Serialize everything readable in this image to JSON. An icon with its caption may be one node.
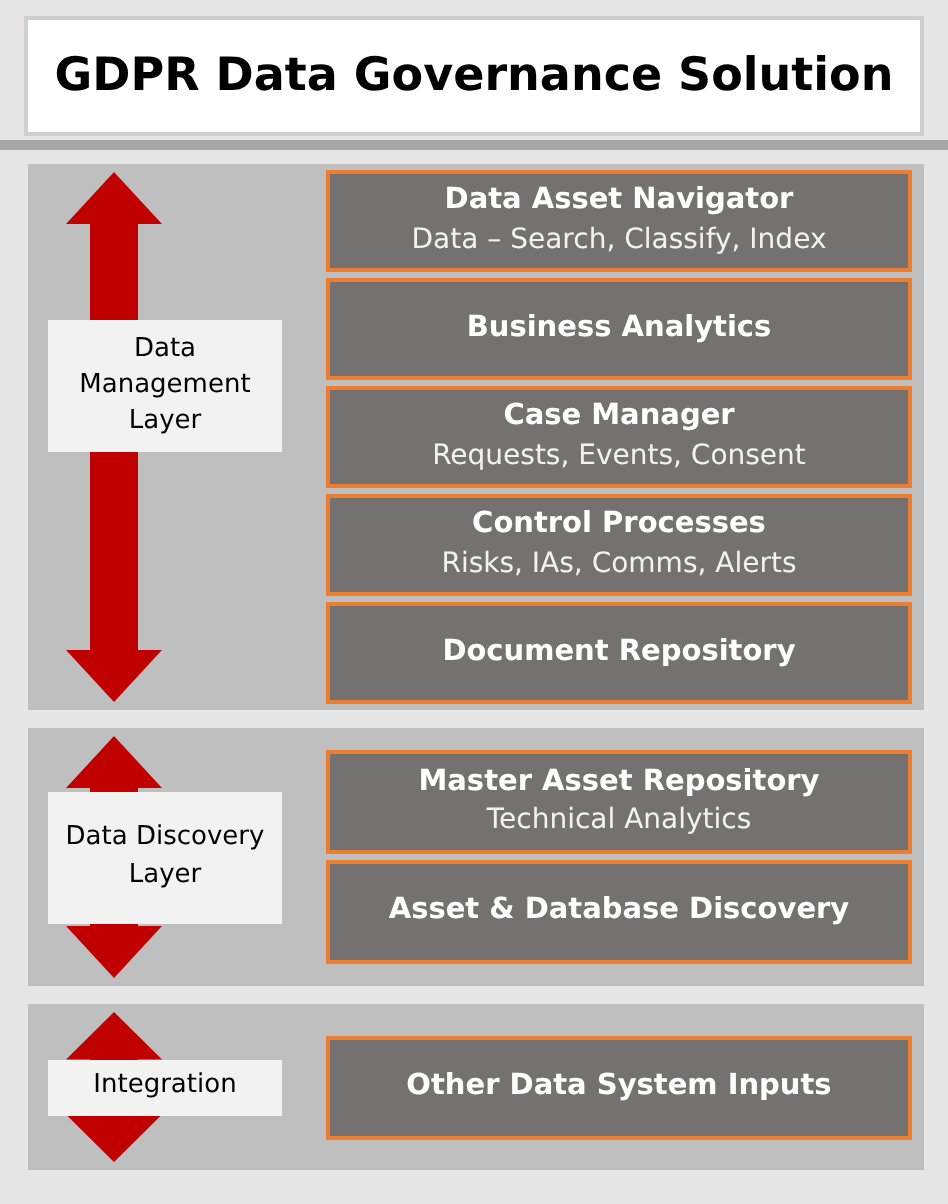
{
  "diagram": {
    "title": "GDPR Data Governance Solution",
    "nodes": [
      {
        "text": [],
        "shape": "box"
      },
      {
        "text": [
          "Data Management Layer"
        ],
        "in": 0
      },
      {
        "text": [
          "Data Asset Navigator",
          "Data – Search, Classify, Index"
        ],
        "in": 0
      },
      {
        "text": [
          "Business Analytics"
        ],
        "in": 0
      },
      {
        "text": [
          "Case Manager",
          "Requests, Events, Consent"
        ],
        "in": 0
      },
      {
        "text": [
          "Control Processes",
          "Risks, IAs, Comms, Alerts"
        ],
        "in": 0
      },
      {
        "text": [
          "Document Repository"
        ],
        "in": 0
      },
      {
        "text": [],
        "shape": "box"
      },
      {
        "text": [
          "Data Discovery Layer"
        ],
        "in": 7
      },
      {
        "text": [
          "Master Asset Repository",
          "Technical Analytics"
        ],
        "in": 7
      },
      {
        "text": [
          "Asset & Database Discovery"
        ],
        "in": 7
      },
      {
        "text": [],
        "shape": "box"
      },
      {
        "text": [
          "Integration"
        ],
        "in": 11
      },
      {
        "text": [
          "Other Data System Inputs"
        ],
        "in": 11
      }
    ]
  }
}
